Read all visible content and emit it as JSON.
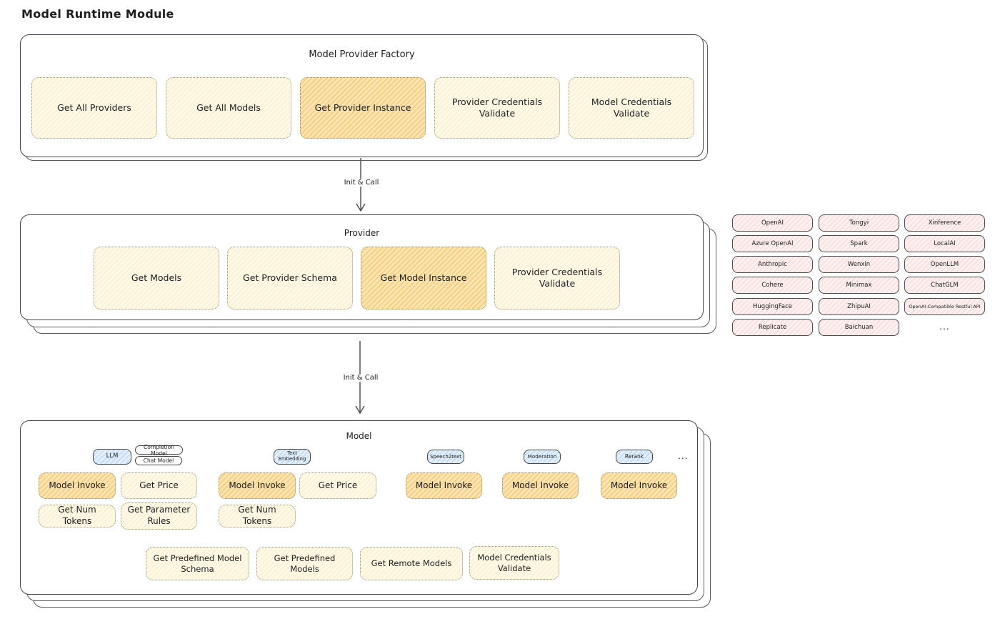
{
  "page_title": "Model Runtime Module",
  "arrow_label_1": "Init & Call",
  "arrow_label_2": "Init & Call",
  "factory": {
    "title": "Model Provider Factory",
    "buttons": [
      {
        "label": "Get All Providers"
      },
      {
        "label": "Get All Models"
      },
      {
        "label": "Get Provider Instance"
      },
      {
        "label": "Provider Credentials Validate"
      },
      {
        "label": "Model Credentials Validate"
      }
    ]
  },
  "provider": {
    "title": "Provider",
    "buttons": [
      {
        "label": "Get Models"
      },
      {
        "label": "Get Provider Schema"
      },
      {
        "label": "Get Model Instance"
      },
      {
        "label": "Provider Credentials Validate"
      }
    ]
  },
  "providers_grid": {
    "col1": [
      "OpenAI",
      "Azure OpenAI",
      "Anthropic",
      "Cohere",
      "HuggingFace",
      "Replicate"
    ],
    "col2": [
      "Tongyi",
      "Spark",
      "Wenxin",
      "Minimax",
      "ZhipuAI",
      "Baichuan"
    ],
    "col3": [
      "Xinference",
      "LocalAI",
      "OpenLLM",
      "ChatGLM",
      "OpenAI-Compatible Restful API"
    ],
    "more": "..."
  },
  "model": {
    "title": "Model",
    "tabs": {
      "llm": "LLM",
      "completion": "Completion Model",
      "chat": "Chat Model",
      "text_embedding": "Text Embedding",
      "speech2text": "Speech2text",
      "moderation": "Moderation",
      "rerank": "Rerank",
      "more": "..."
    },
    "llm_buttons": [
      "Model Invoke",
      "Get Price",
      "Get Num Tokens",
      "Get Parameter Rules"
    ],
    "embedding_buttons": [
      "Model Invoke",
      "Get Price",
      "Get Num Tokens"
    ],
    "speech2text_buttons": [
      "Model Invoke"
    ],
    "moderation_buttons": [
      "Model Invoke"
    ],
    "rerank_buttons": [
      "Model Invoke"
    ],
    "bottom_buttons": [
      "Get Predefined Model Schema",
      "Get Predefined Models",
      "Get Remote Models",
      "Model Credentials Validate"
    ]
  },
  "colors": {
    "ink": "#1e1e1e",
    "node_yellow": "#fef9e6",
    "node_orange": "#fbe6b0",
    "provider_pink": "#fdf0ee",
    "tab_blue": "#e2eefa"
  }
}
